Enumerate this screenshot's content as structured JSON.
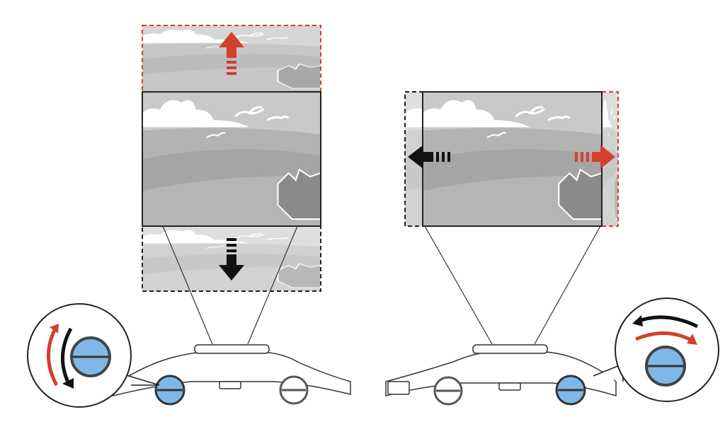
{
  "colors": {
    "accent_red": "#d2402e",
    "knob_blue": "#7fb8e6",
    "outline": "#222222",
    "sky_gray": "#c9c9c9",
    "ground_gray": "#a9a9a9"
  },
  "panels": [
    {
      "name": "vertical-lens-shift",
      "shift_directions": [
        "up",
        "down"
      ],
      "dial": "vertical-lens-shift-dial"
    },
    {
      "name": "horizontal-lens-shift",
      "shift_directions": [
        "left",
        "right"
      ],
      "dial": "horizontal-lens-shift-dial"
    }
  ],
  "icons": [
    "arrow-up-icon",
    "arrow-down-icon",
    "arrow-left-icon",
    "arrow-right-icon",
    "rotate-arrows-icon",
    "dial-icon"
  ]
}
